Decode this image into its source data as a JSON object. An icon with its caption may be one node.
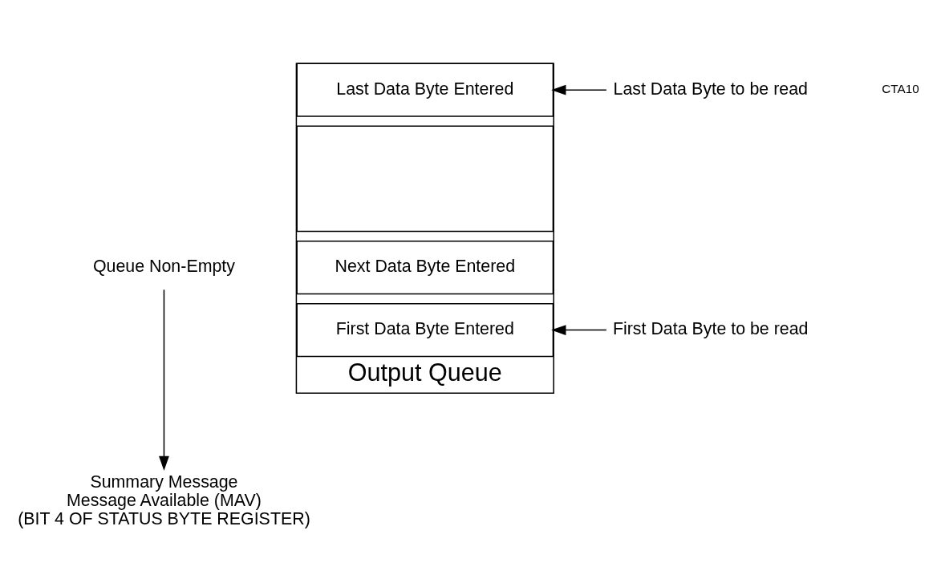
{
  "diagram": {
    "nodes": [
      {
        "text": [
          "Output Queue"
        ]
      },
      {
        "text": [
          "Last Data Byte Entered"
        ],
        "in": 0
      },
      {
        "text": [],
        "shape": "box",
        "in": 0
      },
      {
        "text": [
          "Next Data Byte Entered"
        ],
        "in": 0
      },
      {
        "text": [
          "First Data Byte Entered"
        ],
        "in": 0
      },
      {
        "text": [
          "Last Data Byte to be read"
        ]
      },
      {
        "text": [
          "First Data Byte to be read"
        ]
      },
      {
        "text": [
          "Queue Non-Empty"
        ]
      },
      {
        "text": [
          "Summary Message",
          "Message Available (MAV)",
          "(BIT 4 OF STATUS BYTE REGISTER)"
        ]
      }
    ],
    "edges": [
      {
        "from": 5,
        "to": 1,
        "arrow": "to"
      },
      {
        "from": 6,
        "to": 4,
        "arrow": "to"
      },
      {
        "from": 7,
        "to": 8,
        "arrow": "to"
      }
    ],
    "labels": [
      "CTA10"
    ]
  }
}
